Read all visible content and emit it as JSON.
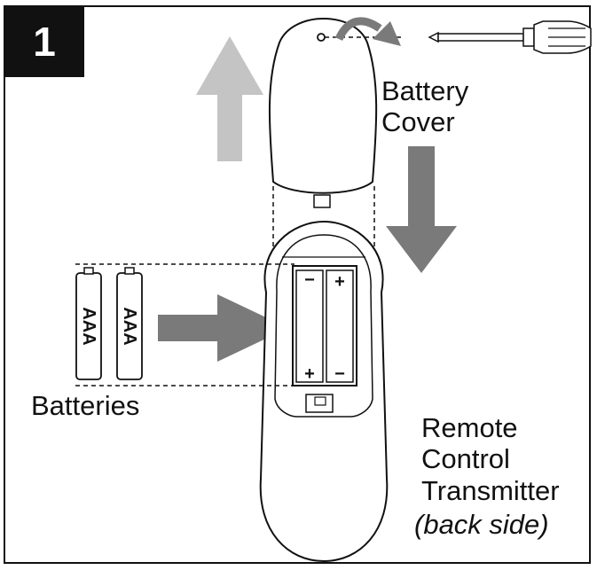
{
  "step": {
    "number": "1"
  },
  "labels": {
    "battery_cover_line1": "Battery",
    "battery_cover_line2": "Cover",
    "batteries": "Batteries",
    "remote_line1": "Remote",
    "remote_line2": "Control",
    "remote_line3": "Transmitter",
    "remote_line4": "(back side)"
  },
  "battery_text": "AAA",
  "polarity": {
    "plus": "+",
    "minus": "−"
  },
  "colors": {
    "outline": "#111111",
    "arrow_light": "#c4c4c4",
    "arrow_dark": "#7a7a7a",
    "badge_bg": "#111111"
  },
  "icons": [
    "screwdriver-icon",
    "curved-arrow-icon"
  ]
}
